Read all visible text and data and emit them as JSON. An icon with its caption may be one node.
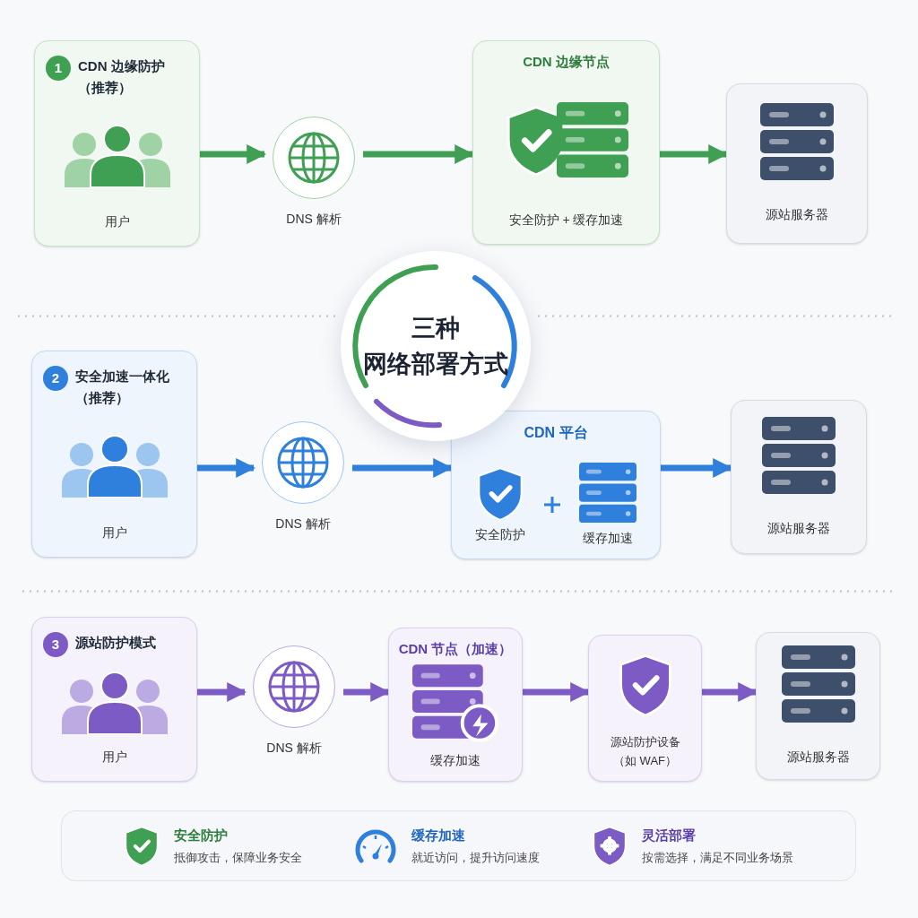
{
  "diagram": {
    "nodes": [
      {
        "text": [
          "1",
          "CDN 边缘防护（推荐）",
          "用户"
        ]
      },
      {
        "text": [
          "DNS 解析"
        ]
      },
      {
        "text": [
          "CDN 边缘节点",
          "安全防护 + 缓存加速"
        ]
      },
      {
        "text": [
          "源站服务器"
        ]
      },
      {
        "text": [
          "2",
          "安全加速一体化（推荐）",
          "用户"
        ]
      },
      {
        "text": [
          "DNS 解析"
        ]
      },
      {
        "text": [
          "CDN 平台",
          "安全防护",
          "缓存加速"
        ]
      },
      {
        "text": [
          "源站服务器"
        ]
      },
      {
        "text": [
          "3",
          "源站防护模式",
          "用户"
        ]
      },
      {
        "text": [
          "DNS 解析"
        ]
      },
      {
        "text": [
          "CDN 节点（加速）",
          "缓存加速"
        ]
      },
      {
        "text": [
          "源站防护设备（如 WAF）"
        ]
      },
      {
        "text": [
          "源站服务器"
        ]
      },
      {
        "text": [
          "三种",
          "网络部署方式"
        ]
      }
    ],
    "edges": [
      {
        "from": 0,
        "to": 1,
        "arrow": "to",
        "color": "#3f9f52"
      },
      {
        "from": 1,
        "to": 2,
        "arrow": "to",
        "color": "#3f9f52"
      },
      {
        "from": 2,
        "to": 3,
        "arrow": "to",
        "color": "#3f9f52"
      },
      {
        "from": 4,
        "to": 5,
        "arrow": "to",
        "color": "#2f7fdc"
      },
      {
        "from": 5,
        "to": 6,
        "arrow": "to",
        "color": "#2f7fdc"
      },
      {
        "from": 6,
        "to": 7,
        "arrow": "to",
        "color": "#2f7fdc"
      },
      {
        "from": 8,
        "to": 9,
        "arrow": "to"
      },
      {
        "from": 9,
        "to": 10,
        "arrow": "to"
      },
      {
        "from": 10,
        "to": 11,
        "arrow": "to"
      },
      {
        "from": 11,
        "to": 12,
        "arrow": "to"
      }
    ],
    "labels": [
      "安全防护",
      "抵御攻击，保障业务安全",
      "缓存加速",
      "就近访问，提升访问速度",
      "灵活部署",
      "按需选择，满足不同业务场景"
    ]
  }
}
